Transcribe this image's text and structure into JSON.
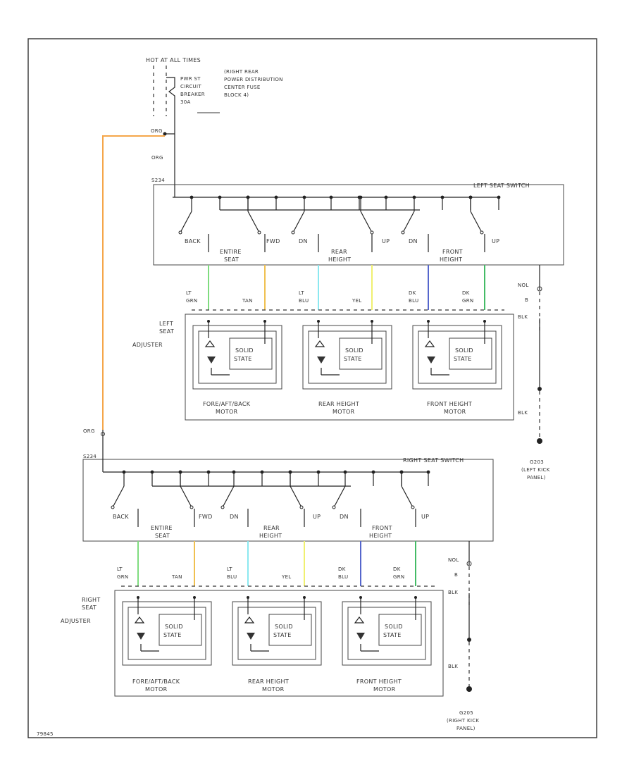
{
  "figure_id": "79845",
  "wire_colors": {
    "orange": "#f5a64a",
    "lt_green": "#7fdc7f",
    "tan": "#f0c050",
    "lt_blue": "#8be8f0",
    "yellow": "#f0f070",
    "dk_blue": "#5566cc",
    "dk_green": "#44bb66"
  },
  "power_source": {
    "hot": "HOT AT ALL TIMES",
    "label_left": [
      "PWR ST",
      "CIRCUIT",
      "BREAKER",
      "30A"
    ],
    "label_right": [
      "(RIGHT REAR",
      "POWER DISTRIBUTION",
      "CENTER FUSE",
      "BLOCK 4)"
    ],
    "wire_color": "ORG",
    "wire_color_2": "ORG",
    "splice": "S234"
  },
  "left": {
    "switch_title": "LEFT SEAT SWITCH",
    "adjuster": [
      "LEFT",
      "SEAT",
      "ADJUSTER"
    ],
    "contacts": [
      "BACK",
      "FWD",
      "DN",
      "UP",
      "DN",
      "UP"
    ],
    "groups": [
      [
        "ENTIRE",
        "SEAT"
      ],
      [
        "REAR",
        "HEIGHT"
      ],
      [
        "FRONT",
        "HEIGHT"
      ]
    ],
    "wires": [
      [
        "LT",
        "GRN"
      ],
      [
        "TAN"
      ],
      [
        "LT",
        "BLU"
      ],
      [
        "YEL"
      ],
      [
        "DK",
        "BLU"
      ],
      [
        "DK",
        "GRN"
      ]
    ],
    "ground_wire_1": [
      "NOL",
      "B"
    ],
    "ground_wire_2": "BLK",
    "ground_wire_3": "BLK",
    "motors": [
      [
        "FORE/AFT/BACK",
        "MOTOR"
      ],
      [
        "REAR HEIGHT",
        "MOTOR"
      ],
      [
        "FRONT HEIGHT",
        "MOTOR"
      ]
    ],
    "solid_state": [
      "SOLID",
      "STATE"
    ],
    "ground": [
      "G203",
      "(LEFT KICK",
      "PANEL)"
    ]
  },
  "right": {
    "switch_title": "RIGHT SEAT SWITCH",
    "adjuster": [
      "RIGHT",
      "SEAT",
      "ADJUSTER"
    ],
    "wire_color": "ORG",
    "splice": "S234",
    "contacts": [
      "BACK",
      "FWD",
      "DN",
      "UP",
      "DN",
      "UP"
    ],
    "groups": [
      [
        "ENTIRE",
        "SEAT"
      ],
      [
        "REAR",
        "HEIGHT"
      ],
      [
        "FRONT",
        "HEIGHT"
      ]
    ],
    "wires": [
      [
        "LT",
        "GRN"
      ],
      [
        "TAN"
      ],
      [
        "LT",
        "BLU"
      ],
      [
        "YEL"
      ],
      [
        "DK",
        "BLU"
      ],
      [
        "DK",
        "GRN"
      ]
    ],
    "ground_wire_1": [
      "NOL",
      "B"
    ],
    "ground_wire_2": "BLK",
    "ground_wire_3": "BLK",
    "motors": [
      [
        "FORE/AFT/BACK",
        "MOTOR"
      ],
      [
        "REAR HEIGHT",
        "MOTOR"
      ],
      [
        "FRONT HEIGHT",
        "MOTOR"
      ]
    ],
    "solid_state": [
      "SOLID",
      "STATE"
    ],
    "ground": [
      "G205",
      "(RIGHT KICK",
      "PANEL)"
    ]
  }
}
